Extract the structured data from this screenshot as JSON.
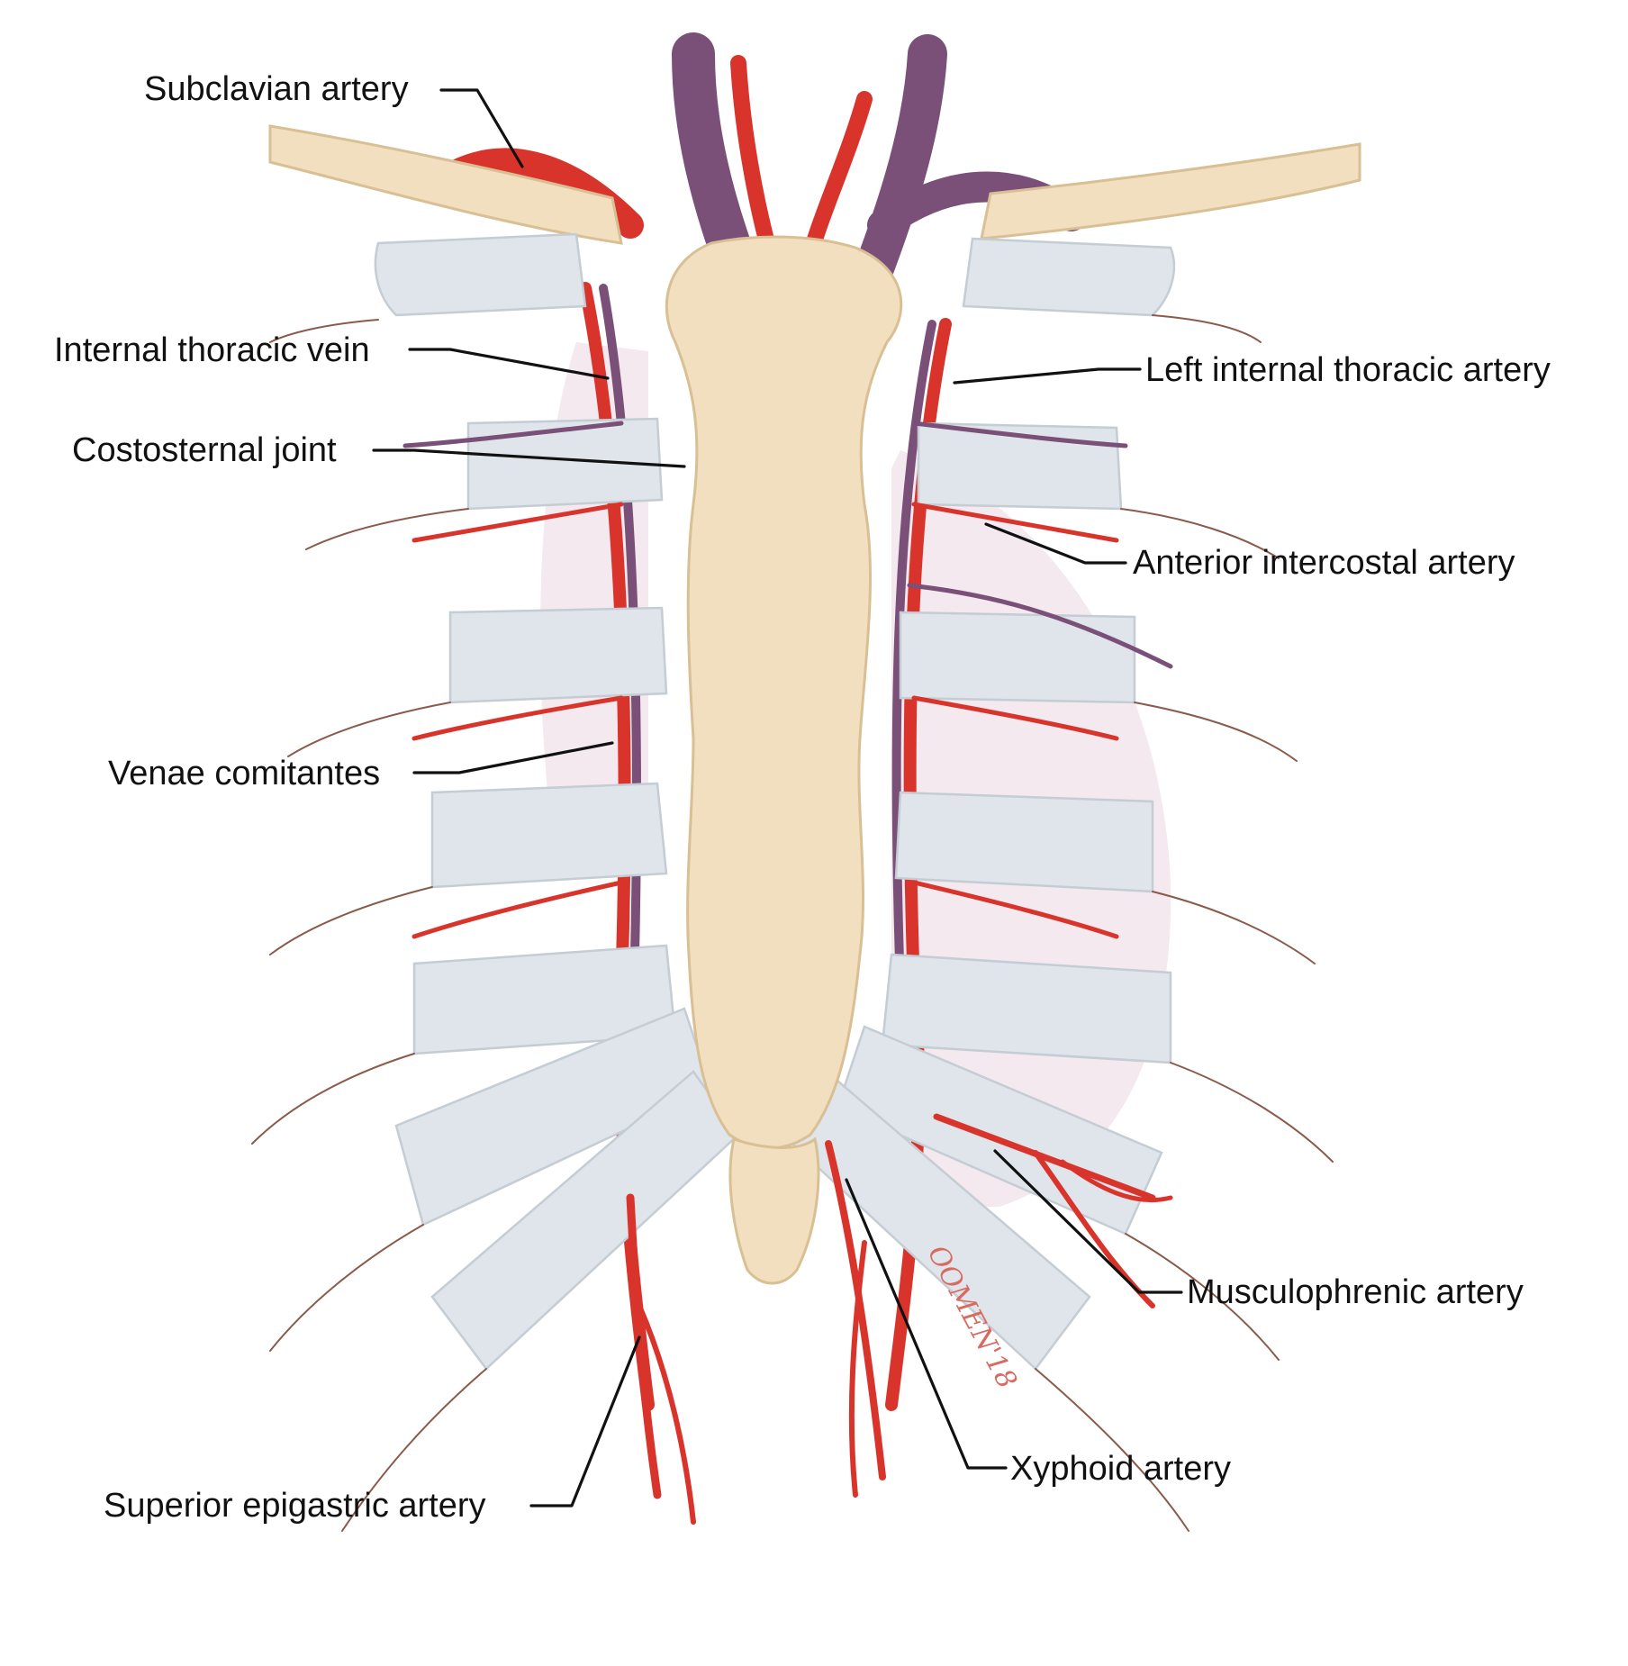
{
  "labels": {
    "subclavian_artery": "Subclavian artery",
    "internal_thoracic_vein": "Internal thoracic vein",
    "costosternal_joint": "Costosternal joint",
    "venae_comitantes": "Venae comitantes",
    "superior_epigastric_artery": "Superior epigastric artery",
    "left_internal_thoracic_artery": "Left internal thoracic artery",
    "anterior_intercostal_artery": "Anterior intercostal artery",
    "musculophrenic_artery": "Musculophrenic artery",
    "xyphoid_artery": "Xyphoid artery"
  },
  "signature": "OOMEN'18",
  "colors": {
    "artery": "#d9342b",
    "vein": "#7a4f78",
    "bone": "#f2dfc0",
    "cartilage": "#dfe5ea",
    "pericardium": "#ead7e2",
    "label_text": "#111111"
  }
}
